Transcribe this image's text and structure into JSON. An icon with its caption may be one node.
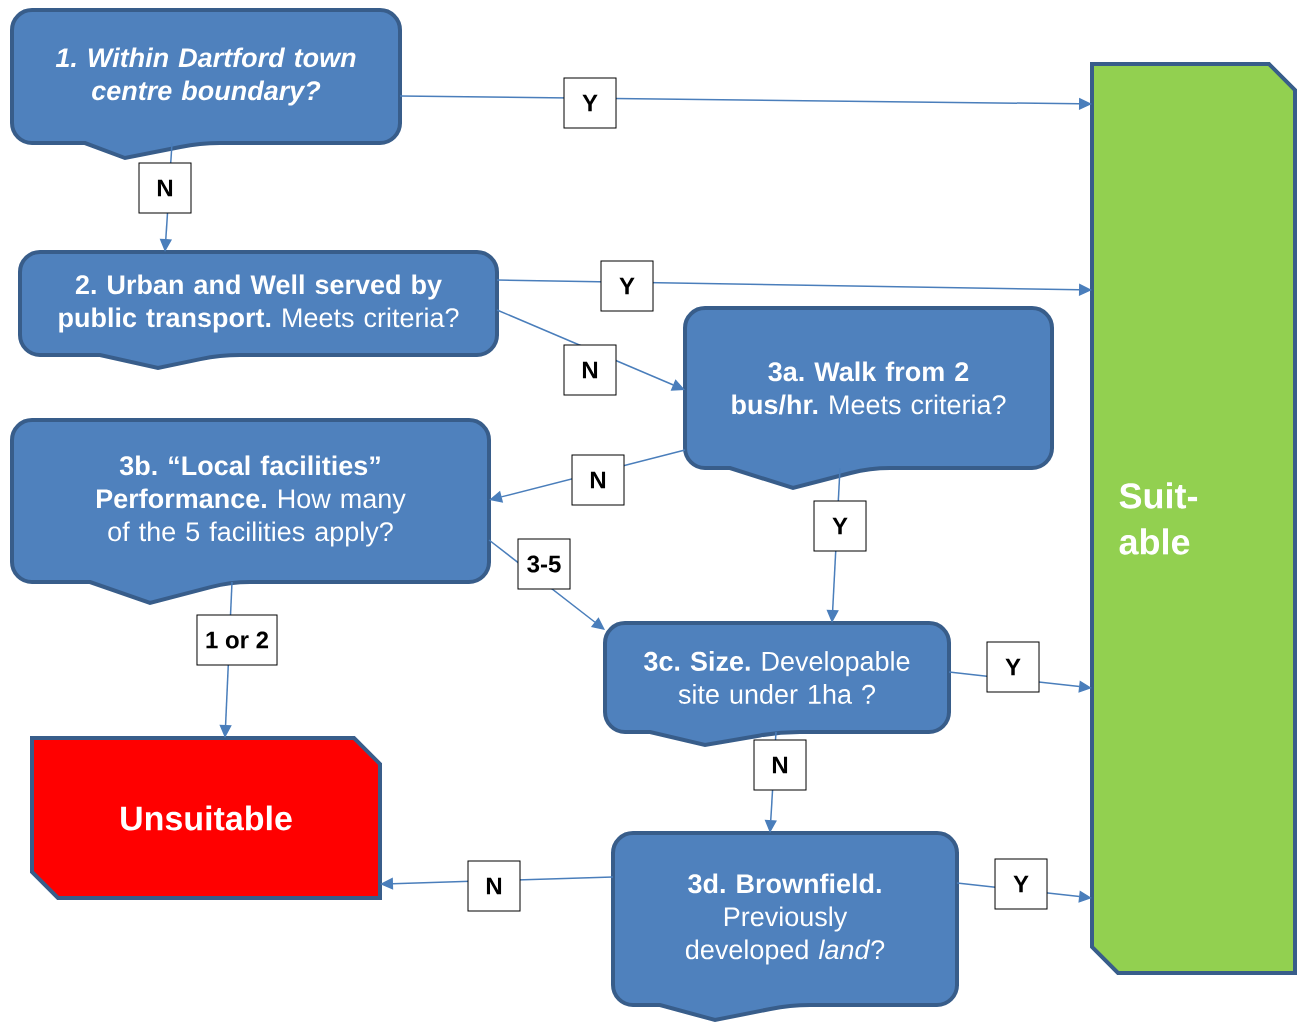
{
  "diagram": {
    "nodes": [
      {
        "text": [
          "1. Within Dartford town centre boundary?"
        ]
      },
      {
        "text": [
          "**2. Urban and Well served by public transport.** Meets criteria?"
        ]
      },
      {
        "text": [
          "**3a. Walk from 2 bus/hr.** Meets criteria?"
        ]
      },
      {
        "text": [
          "**3b. “Local facilities” Performance.** How many of the 5 facilities apply?"
        ]
      },
      {
        "text": [
          "**3c. Size.** Developable site under 1ha ?"
        ]
      },
      {
        "text": [
          "**3d. Brownfield.** Previously developed *land*?"
        ]
      },
      {
        "text": [
          "Unsuitable"
        ]
      },
      {
        "text": [
          "Suit- able"
        ]
      }
    ],
    "edges": [
      {
        "from": 0,
        "to": 7,
        "arrow": "to",
        "label": "Y"
      },
      {
        "from": 0,
        "to": 1,
        "arrow": "to",
        "label": "N"
      },
      {
        "from": 1,
        "to": 7,
        "arrow": "to",
        "label": "Y"
      },
      {
        "from": 1,
        "to": 2,
        "arrow": "to",
        "label": "N"
      },
      {
        "from": 2,
        "to": 3,
        "arrow": "to",
        "label": "N"
      },
      {
        "from": 2,
        "to": 4,
        "arrow": "to",
        "label": "Y"
      },
      {
        "from": 3,
        "to": 4,
        "arrow": "to",
        "label": "3-5"
      },
      {
        "from": 3,
        "to": 6,
        "arrow": "to",
        "label": "1 or 2"
      },
      {
        "from": 4,
        "to": 7,
        "arrow": "to",
        "label": "Y"
      },
      {
        "from": 4,
        "to": 5,
        "arrow": "to",
        "label": "N"
      },
      {
        "from": 5,
        "to": 6,
        "arrow": "to",
        "label": "N"
      },
      {
        "from": 5,
        "to": 7,
        "arrow": "to",
        "label": "Y"
      }
    ]
  }
}
